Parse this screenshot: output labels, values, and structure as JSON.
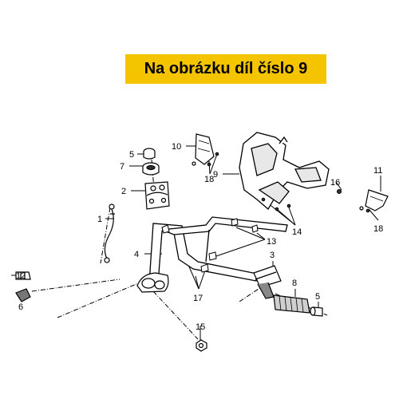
{
  "banner": {
    "text": "Na obrázku díl číslo 9",
    "color": "#f5c400"
  },
  "callouts": {
    "c1": "1",
    "c2": "2",
    "c3": "3",
    "c4": "4",
    "c5a": "5",
    "c5b": "5",
    "c6": "6",
    "c7": "7",
    "c8": "8",
    "c9": "9",
    "c10": "10",
    "c11": "11",
    "c12": "12",
    "c13": "13",
    "c14": "14",
    "c15": "15",
    "c16": "16",
    "c17": "17",
    "c18a": "18",
    "c18b": "18"
  }
}
